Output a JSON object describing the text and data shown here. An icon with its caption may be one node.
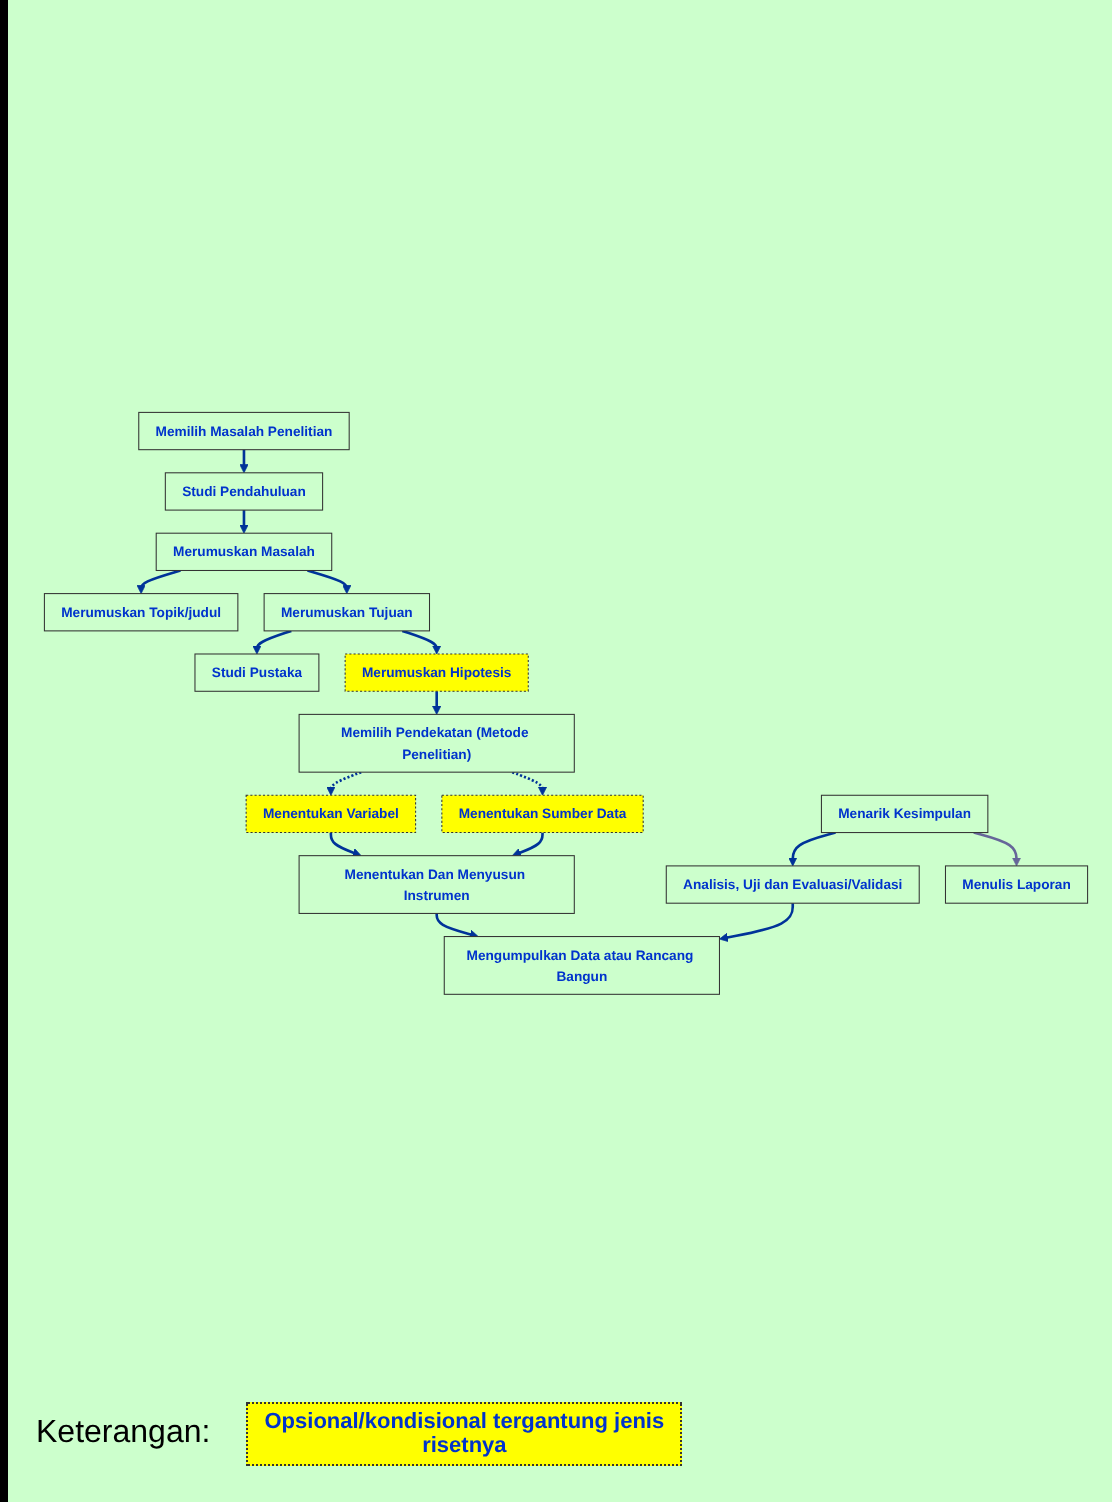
{
  "diagram": {
    "nodes": [
      {
        "text": [
          "Memilih Masalah Penelitian"
        ]
      },
      {
        "text": [
          "Studi Pendahuluan"
        ]
      },
      {
        "text": [
          "Merumuskan Masalah"
        ]
      },
      {
        "text": [
          "Merumuskan Topik/judul"
        ]
      },
      {
        "text": [
          "Merumuskan Tujuan"
        ]
      },
      {
        "text": [
          "Studi Pustaka"
        ]
      },
      {
        "text": [
          "Merumuskan Hipotesis"
        ]
      },
      {
        "text": [
          "Memilih Pendekatan (Metode Penelitian)"
        ]
      },
      {
        "text": [
          "Menentukan Variabel"
        ]
      },
      {
        "text": [
          "Menentukan Sumber Data"
        ]
      },
      {
        "text": [
          "Menentukan Dan Menyusun Instrumen"
        ]
      },
      {
        "text": [
          "Mengumpulkan Data atau Rancang Bangun"
        ]
      },
      {
        "text": [
          "Analisis, Uji dan Evaluasi/Validasi"
        ]
      },
      {
        "text": [
          "Menarik Kesimpulan"
        ]
      },
      {
        "text": [
          "Menulis Laporan"
        ]
      }
    ],
    "edges": [
      {
        "from": 0,
        "to": 1,
        "arrow": "to"
      },
      {
        "from": 1,
        "to": 2,
        "arrow": "to"
      },
      {
        "from": 2,
        "to": 3,
        "arrow": "to"
      },
      {
        "from": 2,
        "to": 4,
        "arrow": "to"
      },
      {
        "from": 4,
        "to": 5,
        "arrow": "to"
      },
      {
        "from": 4,
        "to": 6,
        "arrow": "to"
      },
      {
        "from": 6,
        "to": 7,
        "arrow": "to"
      },
      {
        "from": 7,
        "to": 8,
        "arrow": "to",
        "style": "dashed"
      },
      {
        "from": 7,
        "to": 9,
        "arrow": "to",
        "style": "dashed"
      },
      {
        "from": 8,
        "to": 10,
        "arrow": "to"
      },
      {
        "from": 9,
        "to": 10,
        "arrow": "to"
      },
      {
        "from": 10,
        "to": 11,
        "arrow": "to"
      },
      {
        "from": 12,
        "to": 11,
        "arrow": "to"
      },
      {
        "from": 13,
        "to": 12,
        "arrow": "to"
      },
      {
        "from": 13,
        "to": 14,
        "arrow": "to",
        "color": "#666699"
      }
    ],
    "labels": [
      "Keterangan:"
    ],
    "legend": [
      {
        "text": "Opsional/kondisional tergantung jenis risetnya",
        "color": "#ffff00"
      }
    ]
  }
}
